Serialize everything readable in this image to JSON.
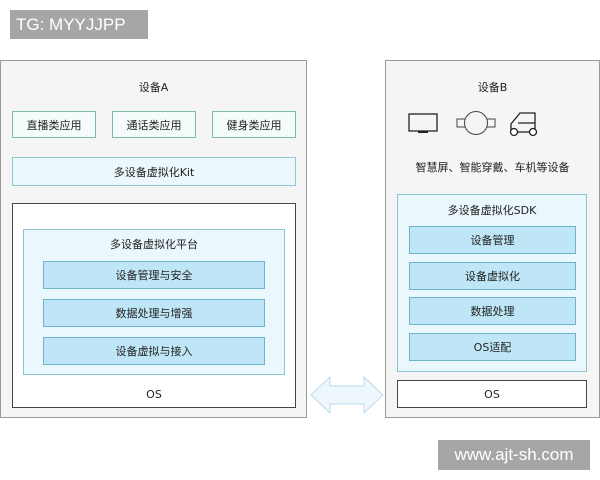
{
  "watermarks": {
    "top": "TG: MYYJJPP",
    "bottom": "www.ajt-sh.com"
  },
  "device_a": {
    "title": "设备A",
    "apps": [
      "直播类应用",
      "通话类应用",
      "健身类应用"
    ],
    "kit": "多设备虚拟化Kit",
    "platform": {
      "title": "多设备虚拟化平台",
      "modules": [
        "设备管理与安全",
        "数据处理与增强",
        "设备虚拟与接入"
      ]
    },
    "os": "OS"
  },
  "device_b": {
    "title": "设备B",
    "icons": [
      "tv-icon",
      "wearable-watch-icon",
      "car-icon"
    ],
    "caption": "智慧屏、智能穿戴、车机等设备",
    "sdk": {
      "title": "多设备虚拟化SDK",
      "modules": [
        "设备管理",
        "设备虚拟化",
        "数据处理",
        "OS适配"
      ]
    },
    "os": "OS"
  },
  "connector": {
    "icon": "bidirectional-arrow-icon",
    "fill": "#eef7fb",
    "stroke": "#b9dbe8"
  },
  "colors": {
    "panel_bg": "#f5f5f5",
    "module_fill": "#bfe6f6",
    "module_border": "#6fb3cf",
    "container_fill": "#eaf7fc",
    "watermark_bg": "#a6a6a6"
  }
}
